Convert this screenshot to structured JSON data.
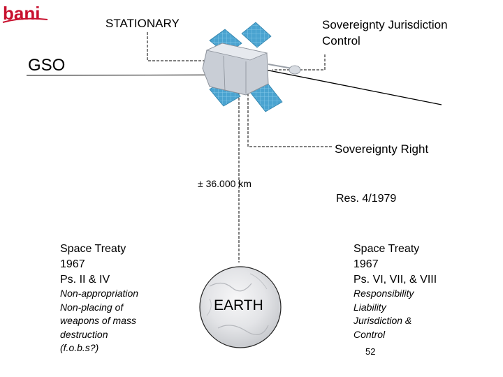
{
  "logo": {
    "text": "bani",
    "color": "#c8102e"
  },
  "labels": {
    "stationary": "STATIONARY",
    "sovereignty_jurisdiction": [
      "Sovereignty Jurisdiction",
      "Control"
    ],
    "gso": "GSO",
    "sovereignty_right": "Sovereignty Right",
    "distance": "± 36.000 km",
    "resolution": "Res. 4/1979",
    "earth": "EARTH"
  },
  "left_block": {
    "treaty": [
      "Space Treaty",
      "1967",
      "Ps. II & IV"
    ],
    "notes": [
      "Non-appropriation",
      "Non-placing of",
      "weapons of mass",
      "destruction",
      "(f.o.b.s?)"
    ]
  },
  "right_block": {
    "treaty": [
      "Space Treaty",
      "1967",
      "Ps. VI, VII, & VIII"
    ],
    "notes": [
      "Responsibility",
      "Liability",
      "Jurisdiction &",
      "Control"
    ]
  },
  "page_number": "52",
  "colors": {
    "panel": "#4aa3d0",
    "body": "#c9ced6",
    "earth": "#e6e6e8"
  }
}
